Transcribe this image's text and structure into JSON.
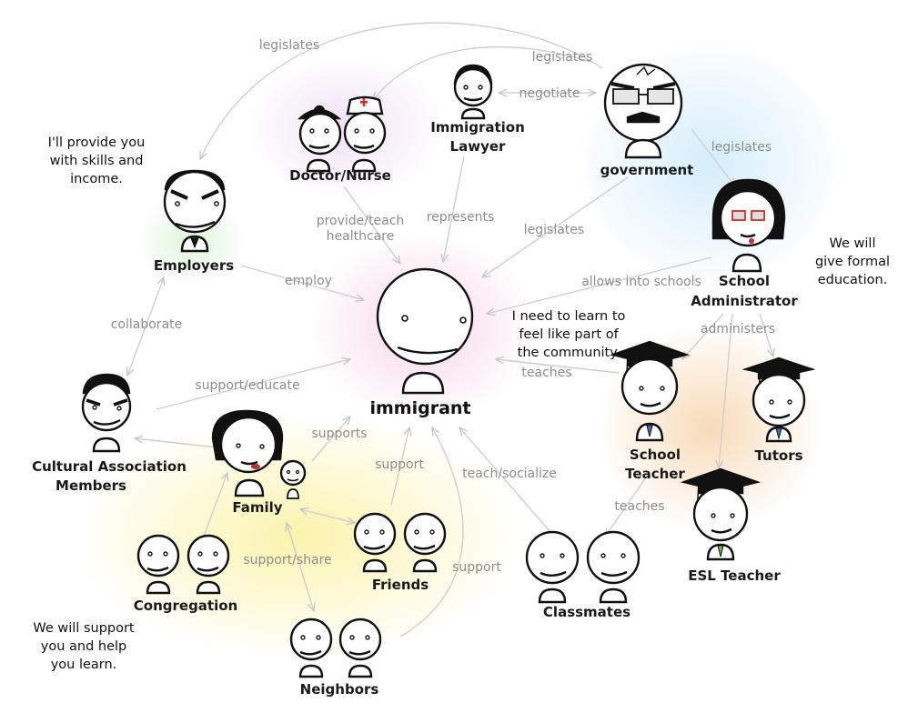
{
  "colors": {
    "line": "#cfcfcf",
    "label_gray": "#8c8c8c",
    "ink": "#111111",
    "glow_pink": "#f6d3e6",
    "glow_blue": "#d3ecfb",
    "glow_yellow": "#fbf3a8",
    "glow_orange": "#f8d9b4",
    "glow_green": "#d9f3d4",
    "nurse_cross": "#d22b2b",
    "lipstick": "#c0302e"
  },
  "nodes": {
    "immigrant": "immigrant",
    "doctor_nurse": "Doctor/Nurse",
    "lawyer": [
      "Immigration",
      "Lawyer"
    ],
    "government": "government",
    "employers": "Employers",
    "school_admin": [
      "School",
      "Administrator"
    ],
    "school_teacher": [
      "School",
      "Teacher"
    ],
    "tutors": "Tutors",
    "esl_teacher": "ESL Teacher",
    "cultural": [
      "Cultural Association",
      "Members"
    ],
    "family": "Family",
    "friends": "Friends",
    "congregation": "Congregation",
    "neighbors": "Neighbors",
    "classmates": "Classmates"
  },
  "relations": {
    "legislates_top": "legislates",
    "legislates_doctor": "legislates",
    "negotiate": "negotiate",
    "legislates_admin": "legislates",
    "provide_teach": [
      "provide/teach",
      "healthcare"
    ],
    "represents": "represents",
    "legislates_immigrant": "legislates",
    "employ": "employ",
    "allows_schools": "allows into schools",
    "collaborate": "collaborate",
    "administers": "administers",
    "support_educate": "support/educate",
    "teaches_immigrant": "teaches",
    "supports": "supports",
    "support_friends": "support",
    "teach_socialize": "teach/socialize",
    "teaches_classmates": "teaches",
    "support_share": "support/share",
    "support_neighbors": "support"
  },
  "quotes": {
    "employers": [
      "I'll provide you",
      "with skills and",
      "income."
    ],
    "education": [
      "We will",
      "give formal",
      "education."
    ],
    "immigrant": [
      "I need to learn to",
      "feel like part of",
      "the community."
    ],
    "community": [
      "We will support",
      "you and help",
      "you learn."
    ]
  }
}
